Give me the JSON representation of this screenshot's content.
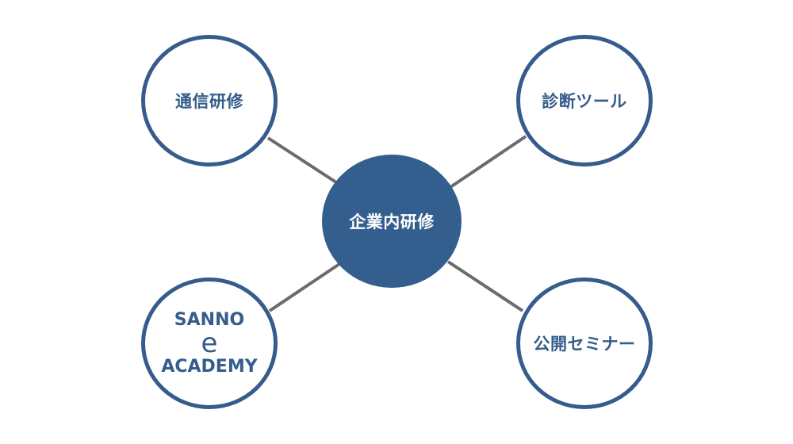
{
  "center": {
    "label": "企業内研修"
  },
  "nodes": {
    "top_left": {
      "label": "通信研修"
    },
    "top_right": {
      "label": "診断ツール"
    },
    "bottom_left": {
      "line1": "SANNO",
      "line2": "e",
      "line3": "ACADEMY"
    },
    "bottom_right": {
      "label": "公開セミナー"
    }
  },
  "colors": {
    "accent": "#345e8e",
    "border": "#355c8b",
    "connector": "#6b6b6b",
    "background": "#ffffff"
  }
}
